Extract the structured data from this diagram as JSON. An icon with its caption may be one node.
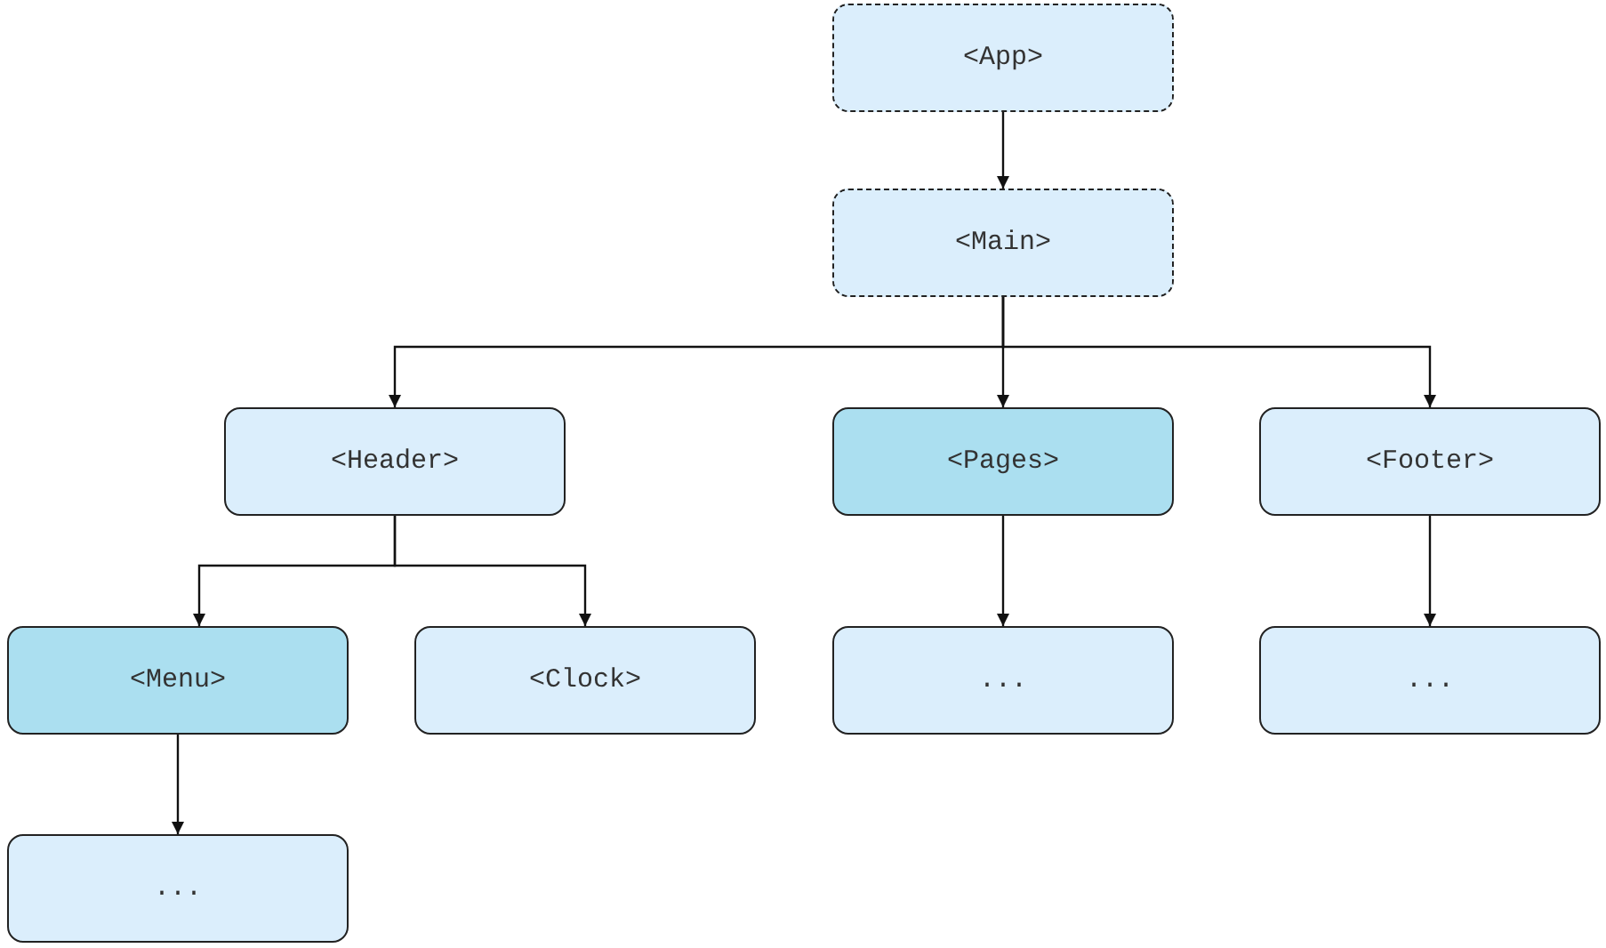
{
  "diagram": {
    "nodes": [
      {
        "text": [
          "<App>"
        ]
      },
      {
        "text": [
          "<Main>"
        ]
      },
      {
        "text": [
          "<Header>"
        ]
      },
      {
        "text": [
          "<Pages>"
        ]
      },
      {
        "text": [
          "<Footer>"
        ]
      },
      {
        "text": [
          "<Menu>"
        ]
      },
      {
        "text": [
          "<Clock>"
        ]
      },
      {
        "text": [
          "..."
        ]
      },
      {
        "text": [
          "..."
        ]
      },
      {
        "text": [
          "..."
        ]
      }
    ],
    "edges": [
      {
        "from": 0,
        "to": 1,
        "arrow": "to"
      },
      {
        "from": 1,
        "to": 2,
        "arrow": "to"
      },
      {
        "from": 1,
        "to": 3,
        "arrow": "to"
      },
      {
        "from": 1,
        "to": 4,
        "arrow": "to"
      },
      {
        "from": 2,
        "to": 5,
        "arrow": "to"
      },
      {
        "from": 2,
        "to": 6,
        "arrow": "to"
      },
      {
        "from": 3,
        "to": 7,
        "arrow": "to"
      },
      {
        "from": 4,
        "to": 8,
        "arrow": "to"
      },
      {
        "from": 5,
        "to": 9,
        "arrow": "to"
      }
    ]
  }
}
